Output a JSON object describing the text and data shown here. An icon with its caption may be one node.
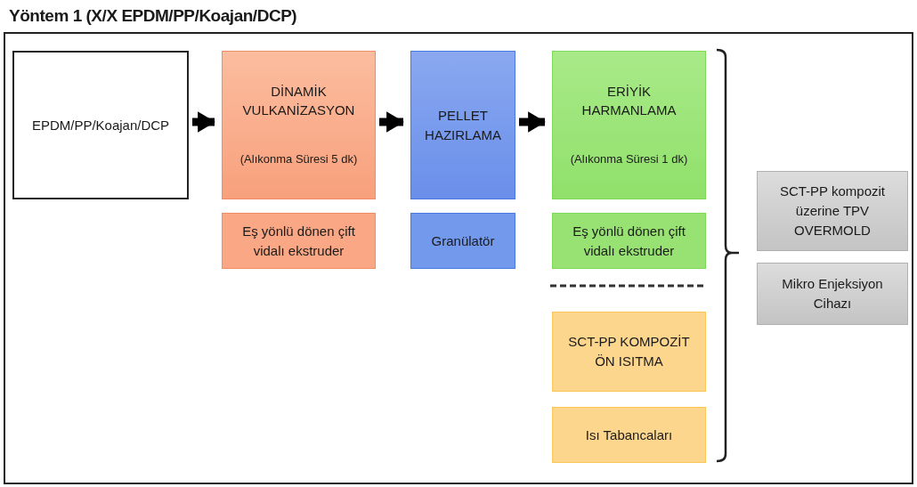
{
  "diagram": {
    "title": "Yöntem 1 (X/X EPDM/PP/Koajan/DCP)",
    "nodes": [
      {
        "text": [],
        "shape": "box"
      },
      {
        "text": [
          "EPDM/PP/Koajan/DCP"
        ],
        "in": 0
      },
      {
        "text": [
          "DİNAMİK VULKANİZASYON",
          "(Alıkonma Süresi 5 dk)"
        ],
        "in": 0
      },
      {
        "text": [
          "Eş yönlü dönen çift vidalı ekstruder"
        ],
        "in": 0
      },
      {
        "text": [
          "PELLET HAZIRLAMA"
        ],
        "in": 0
      },
      {
        "text": [
          "Granülatör"
        ],
        "in": 0
      },
      {
        "text": [
          "ERİYİK HARMANLAMA",
          "(Alıkonma Süresi 1 dk)"
        ],
        "in": 0
      },
      {
        "text": [
          "Eş yönlü dönen çift vidalı ekstruder"
        ],
        "in": 0
      },
      {
        "text": [
          "SCT-PP KOMPOZİT ÖN ISITMA"
        ],
        "in": 0
      },
      {
        "text": [
          "Isı Tabancaları"
        ],
        "in": 0
      },
      {
        "text": [
          "SCT-PP kompozit üzerine TPV OVERMOLD"
        ],
        "in": 0
      },
      {
        "text": [
          "Mikro Enjeksiyon Cihazı"
        ],
        "in": 0
      }
    ],
    "edges": [
      {
        "from": 1,
        "to": 2,
        "arrow": "to"
      },
      {
        "from": 2,
        "to": 4,
        "arrow": "to"
      },
      {
        "from": 4,
        "to": 6,
        "arrow": "to"
      }
    ]
  }
}
